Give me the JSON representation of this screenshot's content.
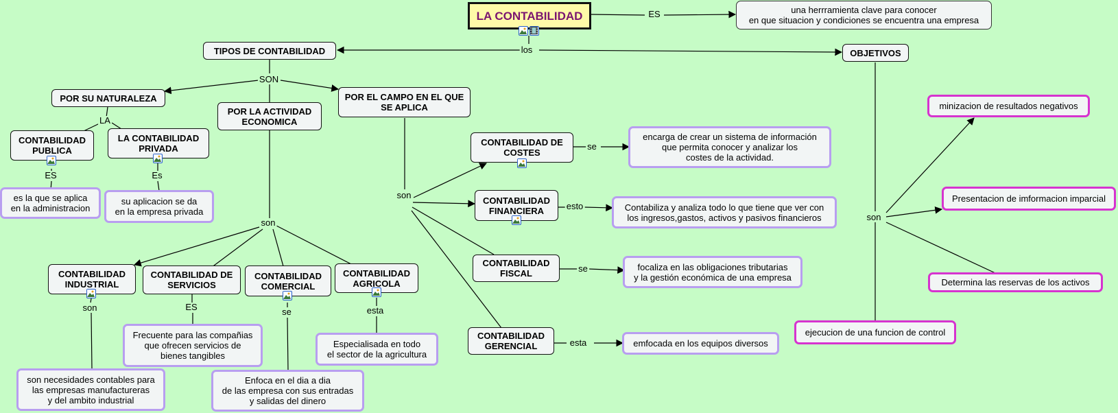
{
  "root": {
    "title": "LA CONTABILIDAD",
    "description": "una herrramienta clave para conocer\nen que situacion y condiciones se encuentra una empresa"
  },
  "concepts": {
    "tipos": "TIPOS DE CONTABILIDAD",
    "objetivos": "OBJETIVOS",
    "naturaleza": "POR SU NATURALEZA",
    "actividad": "POR LA ACTIVIDAD\nECONOMICA",
    "campo": "POR EL CAMPO EN EL QUE\nSE APLICA",
    "publica": "CONTABILIDAD\nPUBLICA",
    "privada": "LA CONTABILIDAD\nPRIVADA",
    "industrial": "CONTABILIDAD\nINDUSTRIAL",
    "servicios": "CONTABILIDAD DE\nSERVICIOS",
    "comercial": "CONTABILIDAD\nCOMERCIAL",
    "agricola": "CONTABILIDAD\nAGRICOLA",
    "costes": "CONTABILIDAD DE\nCOSTES",
    "financiera": "CONTABILIDAD\nFINANCIERA",
    "fiscal": "CONTABILIDAD\nFISCAL",
    "gerencial": "CONTABILIDAD\nGERENCIAL"
  },
  "descriptions": {
    "publica": "es la que se aplica\nen la administracion",
    "privada": "su aplicacion se da\nen la empresa privada",
    "industrial": "son necesidades contables para\nlas empresas manufactureras\ny del ambito industrial",
    "servicios": "Frecuente para las compañias\nque ofrecen servicios de\nbienes tangibles",
    "comercial": "Enfoca en el dia a dia\nde las empresa con sus entradas\ny salidas del dinero",
    "agricola": "Especialisada en todo\nel sector de la agricultura",
    "costes": "encarga de crear un sistema de información\nque permita conocer y analizar los\ncostes de la actividad.",
    "financiera": "Contabiliza y analiza todo lo que tiene que ver con\nlos ingresos,gastos, activos y pasivos financieros",
    "fiscal": "focaliza en las obligaciones tributarias\ny la gestión económica de una empresa",
    "gerencial": "emfocada en los equipos diversos"
  },
  "objectives": [
    "minizacion de resultados negativos",
    "Presentacion de imformacion imparcial",
    "Determina las reservas de los activos",
    "ejecucion de una funcion de control"
  ],
  "link_labels": {
    "es_root": "ES",
    "los": "los",
    "son_tipos": "SON",
    "la": "LA",
    "es_publica": "ES",
    "es_privada": "Es",
    "son_actividad": "son",
    "son_campo": "son",
    "son_objetivos": "son",
    "son_industrial": "son",
    "es_servicios": "ES",
    "se_comercial": "se",
    "esta_agricola": "esta",
    "se_costes": "se",
    "esto_financiera": "esto",
    "se_fiscal": "se",
    "esta_gerencial": "esta"
  }
}
